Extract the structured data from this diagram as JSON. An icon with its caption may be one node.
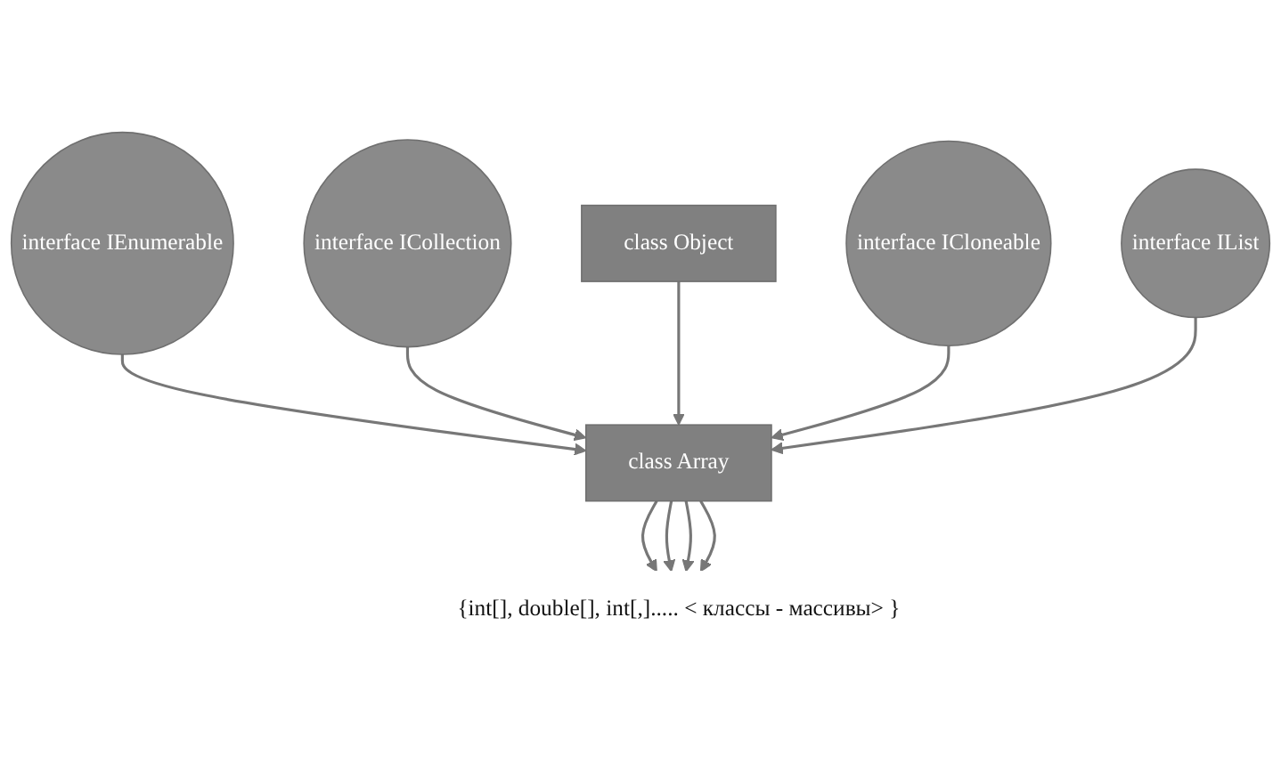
{
  "diagram": {
    "nodes": [
      {
        "text": [
          "class Object"
        ]
      },
      {
        "text": [
          "interface ICollection"
        ]
      },
      {
        "text": [
          "interface ICloneable"
        ]
      },
      {
        "text": [
          "interface IEnumerable"
        ]
      },
      {
        "text": [
          "interface IList"
        ]
      },
      {
        "text": [
          "class Array"
        ]
      },
      {
        "text": [
          "{int[], double[], int[,]..... < классы - массивы> }"
        ]
      }
    ],
    "edges": [
      {
        "from": 3,
        "to": 5,
        "arrow": "to"
      },
      {
        "from": 1,
        "to": 5,
        "arrow": "to"
      },
      {
        "from": 0,
        "to": 5,
        "arrow": "to"
      },
      {
        "from": 2,
        "to": 5,
        "arrow": "to"
      },
      {
        "from": 4,
        "to": 5,
        "arrow": "to"
      },
      {
        "from": 5,
        "to": 6,
        "arrow": "to"
      },
      {
        "from": 5,
        "to": 6,
        "arrow": "to"
      },
      {
        "from": 5,
        "to": 6,
        "arrow": "to"
      },
      {
        "from": 5,
        "to": 6,
        "arrow": "to"
      }
    ]
  }
}
